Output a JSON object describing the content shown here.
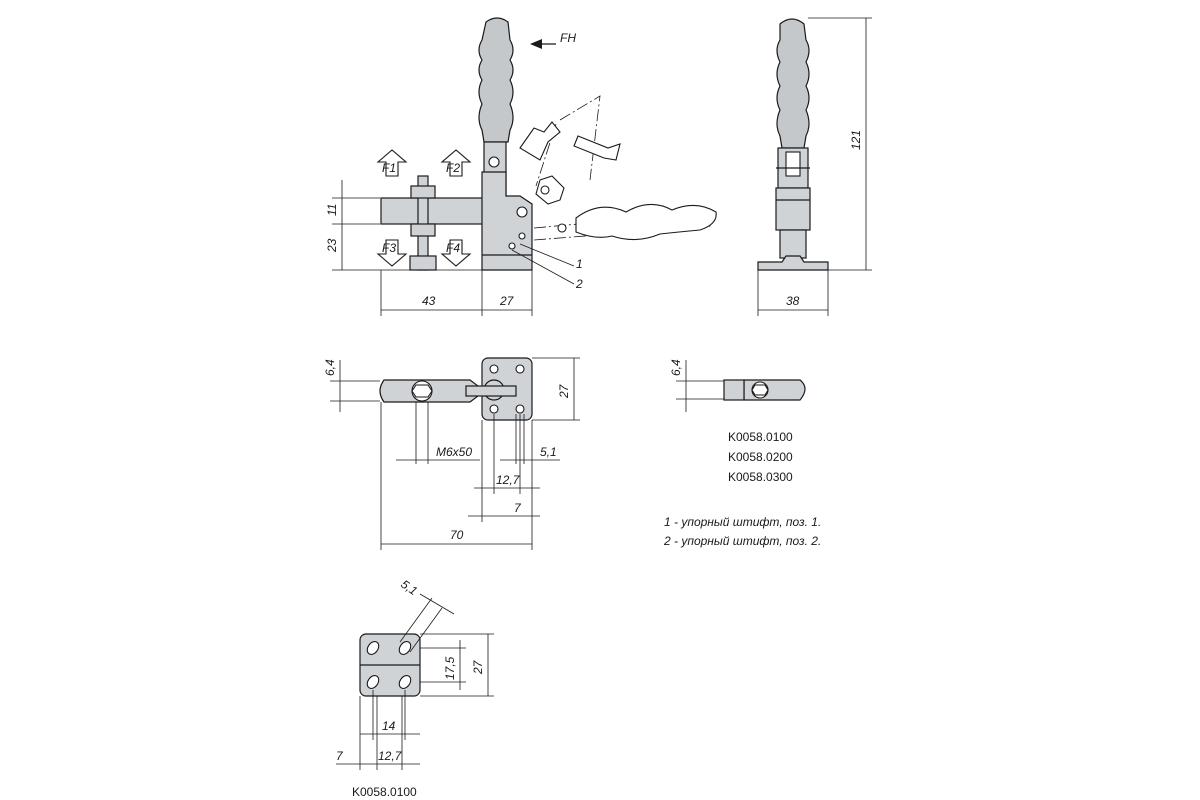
{
  "force_labels": {
    "fh": "FH",
    "f1": "F1",
    "f2": "F2",
    "f3": "F3",
    "f4": "F4"
  },
  "callouts": {
    "pin1": "1",
    "pin2": "2"
  },
  "front_view": {
    "dim_height_upper": "11",
    "dim_height_lower": "23",
    "dim_arm_length": "43",
    "dim_base_length": "27"
  },
  "side_view": {
    "dim_total_height": "121",
    "dim_base_width": "38"
  },
  "top_view": {
    "dim_bolt_width": "6,4",
    "dim_base_width": "27",
    "dim_bolt": "M6x50",
    "dim_hole": "5,1",
    "dim_hole_spacing": "12,7",
    "dim_edge": "7",
    "dim_total_length": "70"
  },
  "small_top_view": {
    "dim_bolt_width": "6,4"
  },
  "model_codes": [
    "K0058.0100",
    "K0058.0200",
    "K0058.0300"
  ],
  "notes": [
    "1 - упорный штифт, поз. 1.",
    "2 - упорный штифт, поз. 2."
  ],
  "base_detail": {
    "dim_slot": "5,1",
    "dim_hole_spacing_v": "17,5",
    "dim_base_height": "27",
    "dim_hole_spacing_h": "14",
    "dim_edge": "7",
    "dim_pitch": "12,7",
    "model_code": "K0058.0100"
  }
}
